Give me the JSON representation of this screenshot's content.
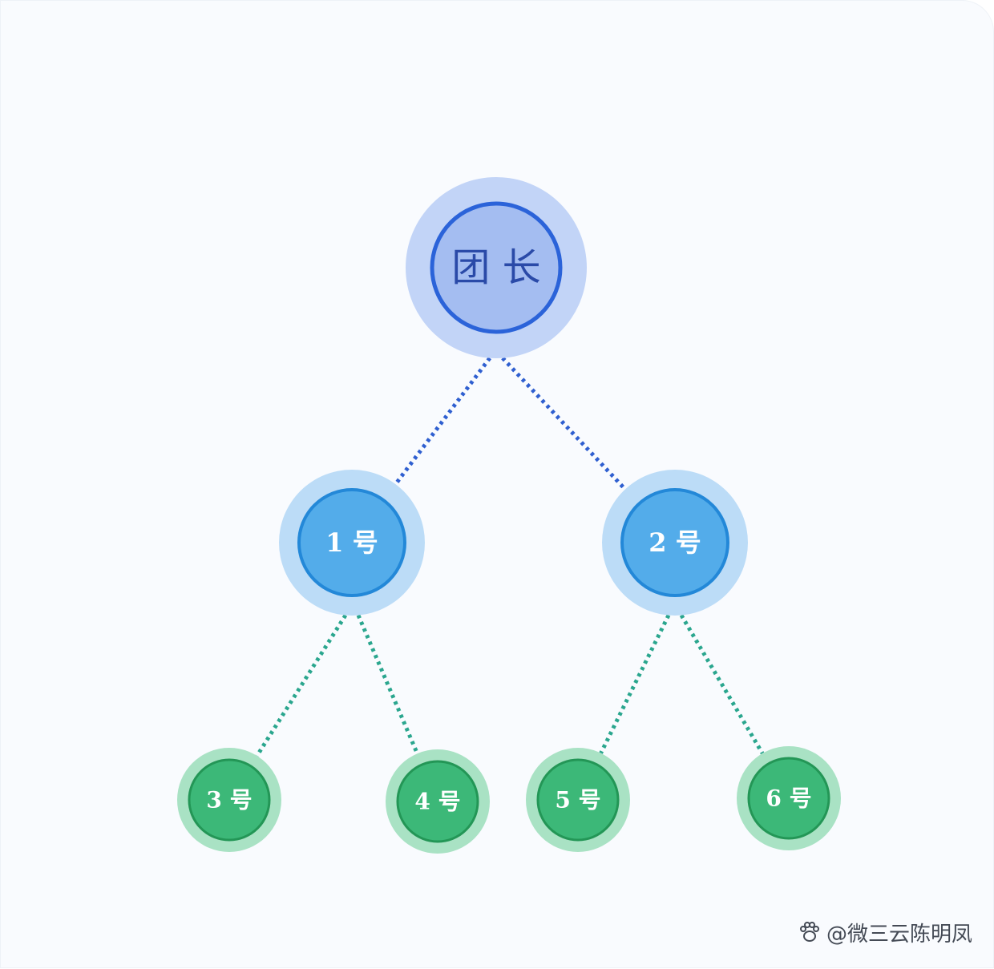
{
  "diagram": {
    "type": "org-tree",
    "nodes": [
      {
        "id": "leader",
        "label": "团 长",
        "level": 0,
        "parent": null
      },
      {
        "id": "n1",
        "label": "1 号",
        "level": 1,
        "parent": "leader"
      },
      {
        "id": "n2",
        "label": "2 号",
        "level": 1,
        "parent": "leader"
      },
      {
        "id": "n3",
        "label": "3 号",
        "level": 2,
        "parent": "n1"
      },
      {
        "id": "n4",
        "label": "4 号",
        "level": 2,
        "parent": "n1"
      },
      {
        "id": "n5",
        "label": "5 号",
        "level": 2,
        "parent": "n2"
      },
      {
        "id": "n6",
        "label": "6 号",
        "level": 2,
        "parent": "n2"
      }
    ],
    "colors": {
      "background": "#f9fbfe",
      "level0_halo": "#c2d4f7",
      "level0_fill": "#a4bdf1",
      "level0_ring": "#2b63d9",
      "level0_text": "#2a4aa8",
      "level1_halo": "#bcdcf7",
      "level1_fill": "#53acea",
      "level1_ring": "#2388d8",
      "level1_text": "#ffffff",
      "level2_halo": "#a9e2c4",
      "level2_fill": "#3cb878",
      "level2_ring": "#239656",
      "level2_text": "#ffffff",
      "connector_upper": "#2f5fd0",
      "connector_lower": "#2aa68e"
    }
  },
  "watermark": {
    "text": "@微三云陈明凤",
    "icon": "paw-icon"
  }
}
